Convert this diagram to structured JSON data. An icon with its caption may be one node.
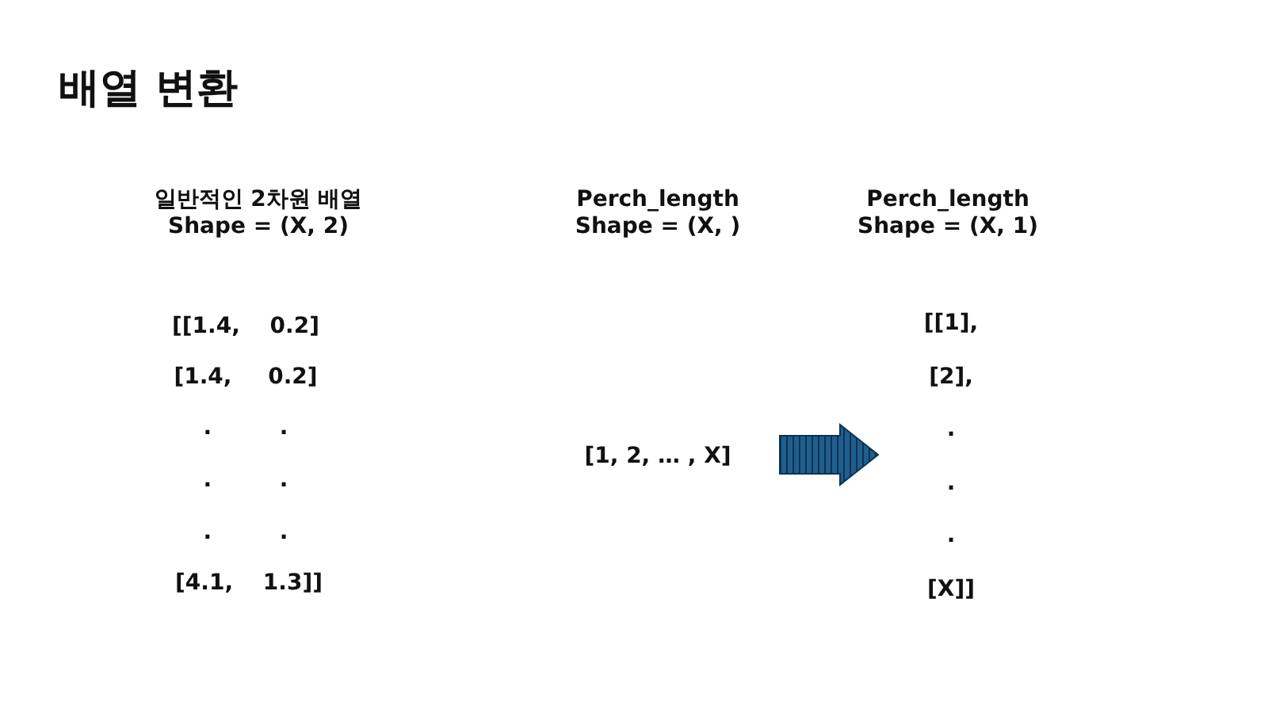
{
  "diagram": {
    "title": "배열 변환",
    "nodes": [
      {
        "text": [
          "[1, 2, … , X]"
        ]
      },
      {
        "text": [
          "[[1],",
          "[2],",
          ".",
          ".",
          ".",
          "[X]]"
        ]
      }
    ],
    "edges": [
      {
        "from": 0,
        "to": 1,
        "arrow": "to"
      }
    ],
    "labels": [
      "일반적인 2차원 배열",
      "Shape = (X, 2)",
      "Perch_length",
      "Shape = (X, )",
      "Perch_length",
      "Shape = (X, 1)",
      "[[1.4, 0.2]",
      "[1.4, 0.2]",
      ". .",
      ". .",
      ". .",
      "[4.1, 1.3]]"
    ]
  }
}
